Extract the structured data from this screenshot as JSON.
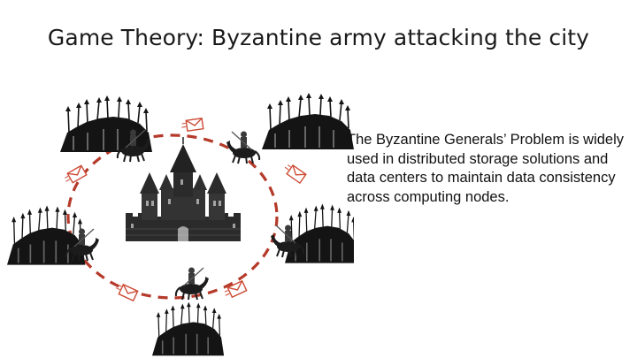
{
  "slide": {
    "title": "Game Theory: Byzantine army attacking the city",
    "body": "The Byzantine Generals’ Problem is widely used in distributed storage solutions and data centers to maintain data consistency across computing nodes."
  },
  "diagram": {
    "nodes": [
      {
        "id": "army-top-left",
        "icon": "army-icon"
      },
      {
        "id": "army-top-right",
        "icon": "army-icon"
      },
      {
        "id": "army-left",
        "icon": "army-icon"
      },
      {
        "id": "army-right",
        "icon": "army-icon"
      },
      {
        "id": "army-bottom",
        "icon": "army-icon"
      },
      {
        "id": "city",
        "icon": "castle-icon"
      }
    ],
    "messenger_icon": "envelope-icon",
    "knight_icon": "knight-icon",
    "ring_style": "dashed",
    "colors": {
      "ring": "#b53a2a",
      "envelope": "#cc4a33",
      "army": "#141414",
      "castle": "#2b2b2b"
    }
  }
}
